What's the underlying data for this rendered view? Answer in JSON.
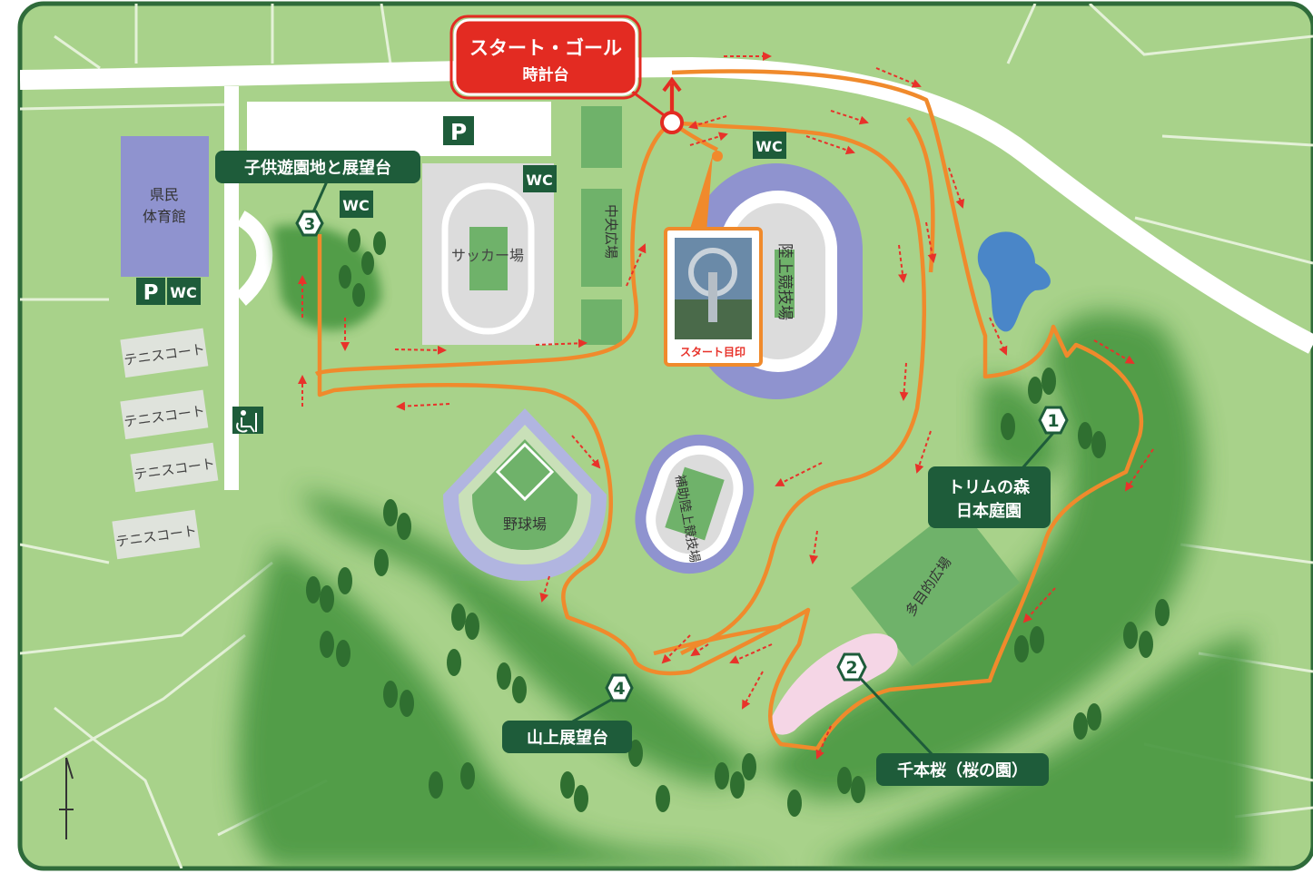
{
  "map": {
    "start_goal": {
      "title": "スタート・ゴール",
      "subtitle": "時計台"
    },
    "start_marker_caption": "スタート目印",
    "checkpoints": [
      {
        "number": "1",
        "label_lines": [
          "トリムの森",
          "日本庭園"
        ]
      },
      {
        "number": "2",
        "label_lines": [
          "千本桜（桜の園）"
        ]
      },
      {
        "number": "3",
        "label_lines": [
          "子供遊園地と展望台"
        ]
      },
      {
        "number": "4",
        "label_lines": [
          "山上展望台"
        ]
      }
    ],
    "facilities": {
      "gym": [
        "県民",
        "体育館"
      ],
      "soccer": "サッカー場",
      "central_plaza": "中央広場",
      "athletics_stadium": "陸上競技場",
      "baseball": "野球場",
      "aux_track": "補助陸上競技場",
      "multipurpose": "多目的広場",
      "tennis": [
        "テニスコート",
        "テニスコート",
        "テニスコート",
        "テニスコート"
      ]
    },
    "symbols": {
      "parking": "P",
      "toilet": "WC"
    },
    "icons": [
      "parking-icon",
      "toilet-icon",
      "accessible-toilet-icon",
      "north-arrow-icon",
      "photo-thumbnail"
    ],
    "colors": {
      "course": "#f08a2c",
      "course_arrow": "#e8322a",
      "callout_red": "#e32b22",
      "label_bg": "#1e5c3a",
      "grass": "#a8d28a",
      "forest": "#3f8a3a",
      "stadium": "#8f93cf",
      "frame": "#2f6b3a"
    }
  }
}
